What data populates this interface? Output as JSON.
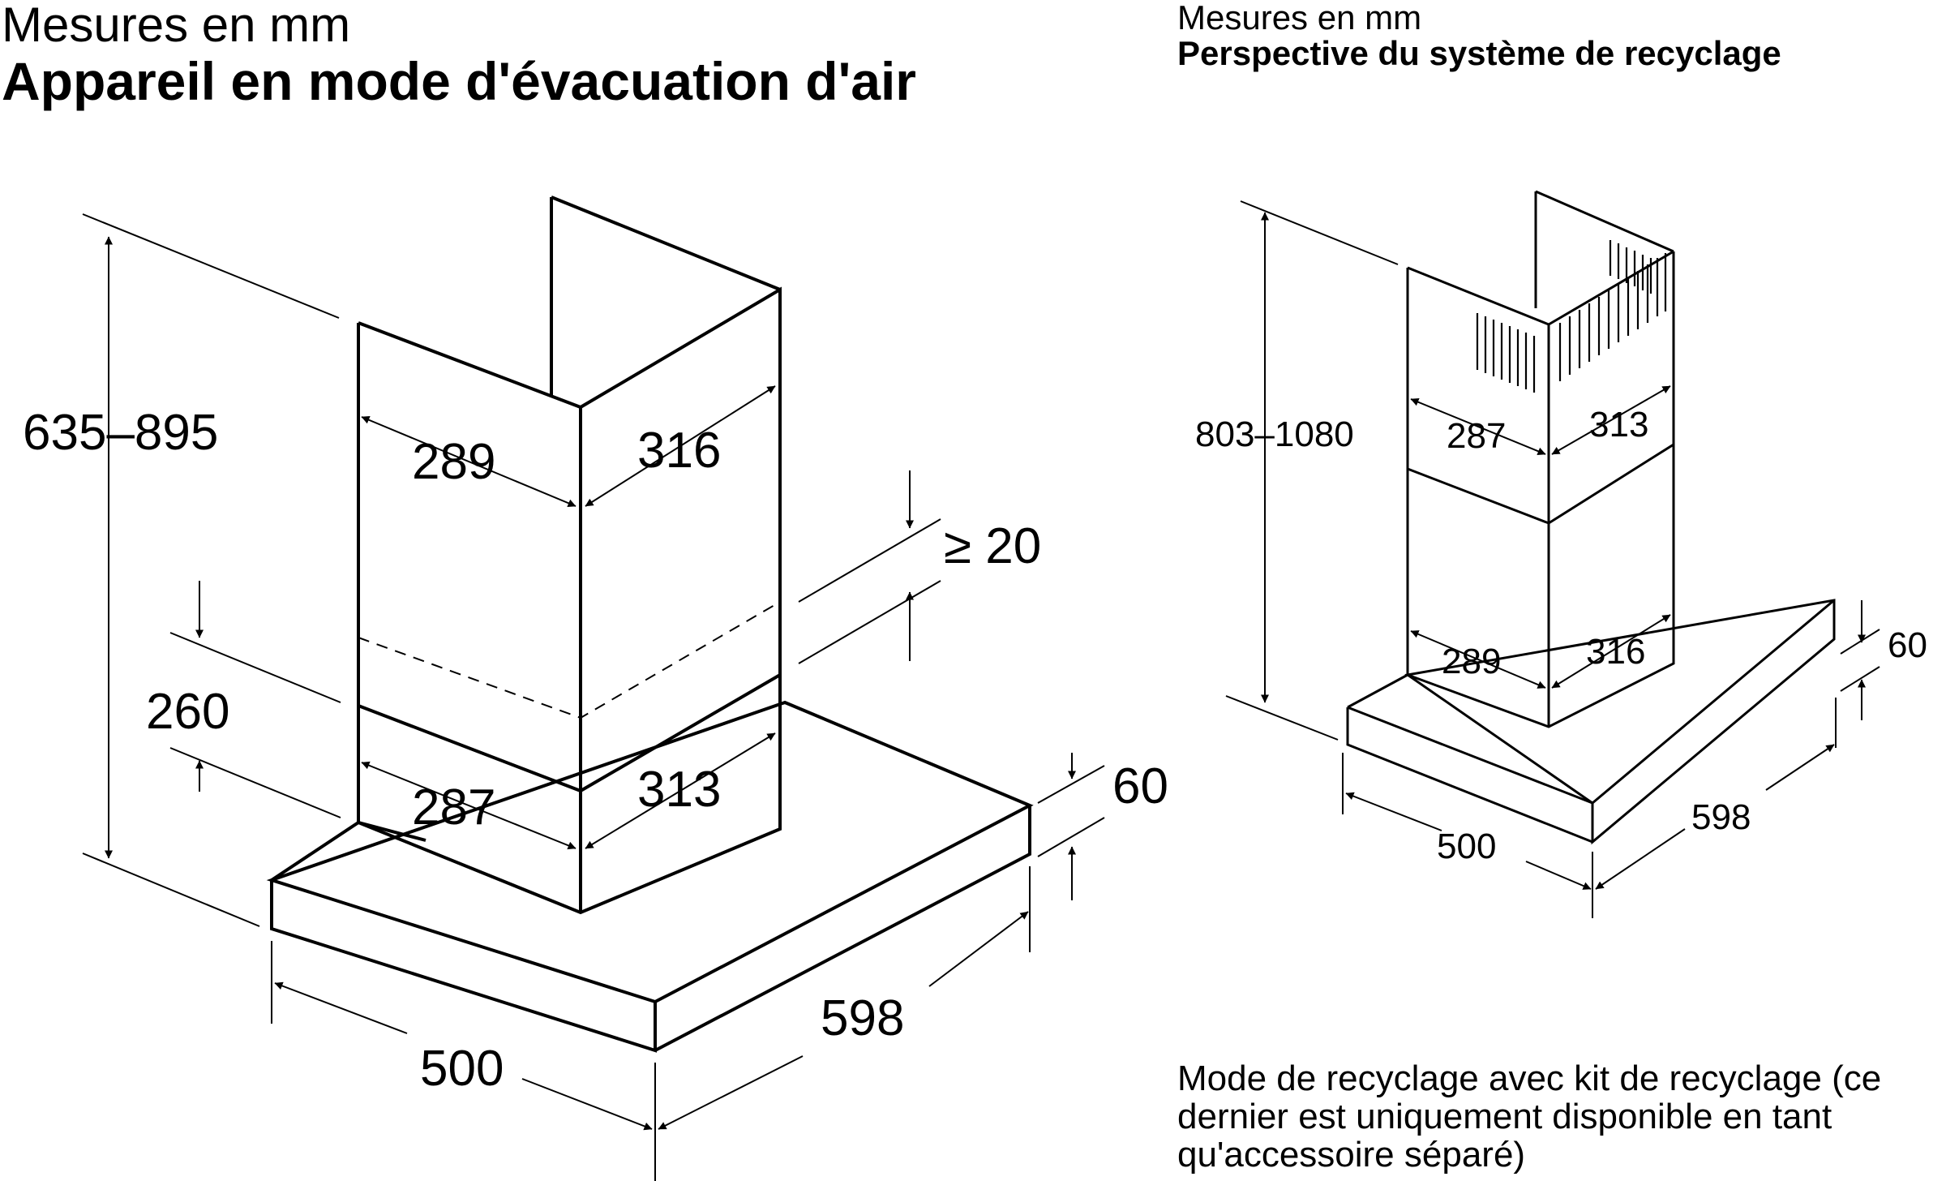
{
  "exhaust_mode": {
    "unit_label": "Mesures en mm",
    "title": "Appareil en mode d'évacuation d'air",
    "dimensions": {
      "height_range": "635–895",
      "chimney_top_left": "289",
      "chimney_top_right": "316",
      "chimney_bottom_left": "287",
      "chimney_bottom_right": "313",
      "ceiling_gap": "≥ 20",
      "lower_chimney_height": "260",
      "canopy_thickness": "60",
      "depth": "500",
      "width": "598"
    }
  },
  "recirculation": {
    "unit_label": "Mesures en mm",
    "title": "Perspective du système de recyclage",
    "dimensions": {
      "height_range": "803–1080",
      "upper_left": "287",
      "upper_right": "313",
      "lower_left": "289",
      "lower_right": "316",
      "canopy_thickness": "60",
      "depth": "500",
      "width": "598"
    },
    "note": "Mode de recyclage avec kit de recyclage (ce dernier est uniquement disponible en tant qu'accessoire séparé)"
  }
}
